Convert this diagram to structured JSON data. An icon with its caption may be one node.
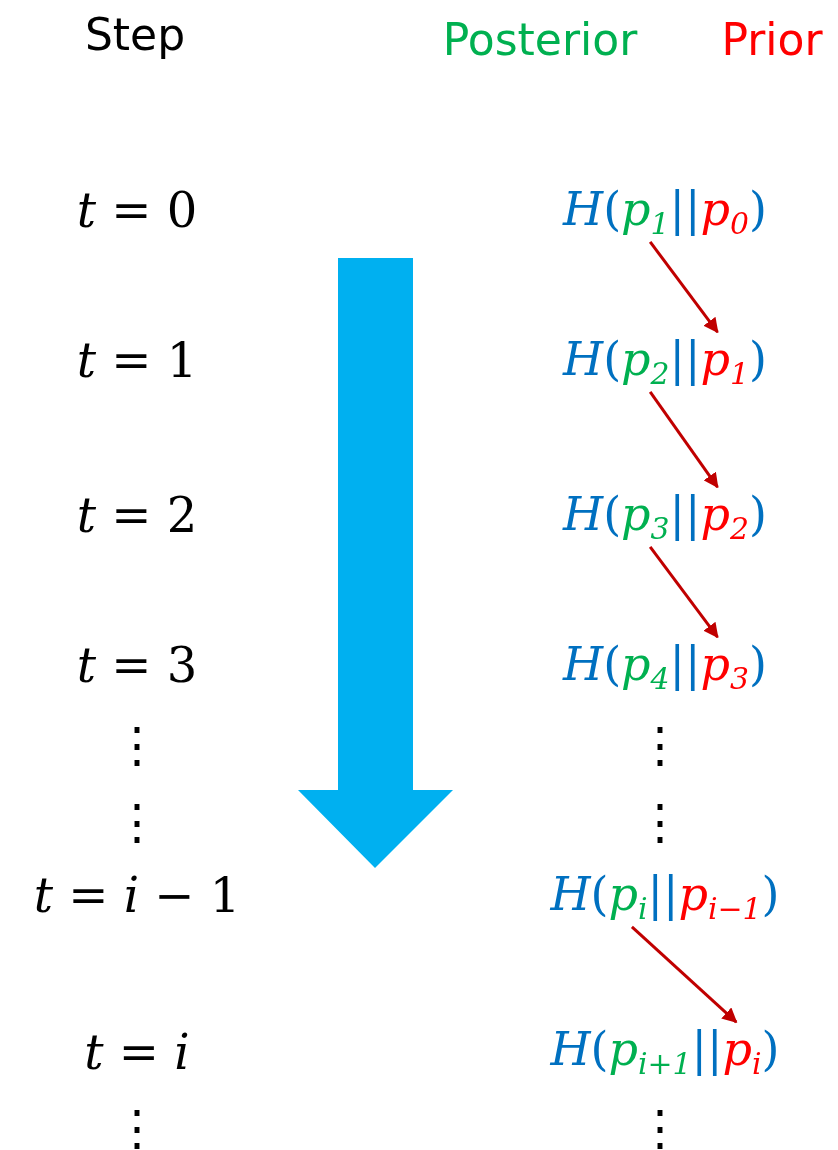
{
  "diagram": {
    "nodes": [
      {
        "text": [
          "*H*(",
          "p$_{1}$",
          "||",
          "p$_{0}$",
          ")"
        ]
      },
      {
        "text": [
          "*H*(",
          "p$_{2}$",
          "||",
          "p$_{1}$",
          ")"
        ]
      },
      {
        "text": [
          "*H*(",
          "p$_{3}$",
          "||",
          "p$_{2}$",
          ")"
        ]
      },
      {
        "text": [
          "*H*(",
          "p$_{4}$",
          "||",
          "p$_{3}$",
          ")"
        ]
      },
      {
        "text": [
          "*H*(",
          "p$_{i}$",
          "||",
          "p$_{i−1}$",
          ")"
        ]
      },
      {
        "text": [
          "*H*(",
          "p$_{i+1}$",
          "||",
          "p$_{i}$",
          ")"
        ]
      }
    ],
    "edges": [
      {
        "from": 0,
        "to": 1,
        "arrow": "to"
      },
      {
        "from": 1,
        "to": 2,
        "arrow": "to"
      },
      {
        "from": 2,
        "to": 3,
        "arrow": "to"
      },
      {
        "from": 4,
        "to": 5,
        "arrow": "to"
      }
    ],
    "labels": [
      "Step",
      "Posterior",
      "Prior",
      "*t* = 0",
      "*t* = 1",
      "*t* = 2",
      "*t* = 3",
      "⋮",
      "⋮",
      "⋮",
      "⋮",
      "*t* = *i* − 1",
      "*t* = *i*",
      "⋮",
      "⋮"
    ]
  }
}
